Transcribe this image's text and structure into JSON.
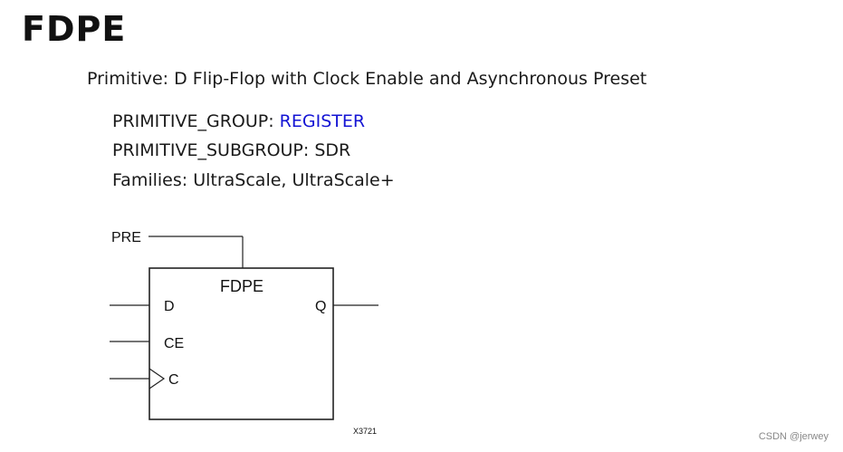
{
  "page": {
    "title": "FDPE",
    "subtitle": "Primitive: D Flip-Flop with Clock Enable and Asynchronous Preset"
  },
  "attributes": {
    "group_label": "PRIMITIVE_GROUP: ",
    "group_value": "REGISTER",
    "subgroup": "PRIMITIVE_SUBGROUP: SDR",
    "families": "Families: UltraScale, UltraScale+"
  },
  "symbol": {
    "name": "FDPE",
    "pins": {
      "pre": "PRE",
      "d": "D",
      "ce": "CE",
      "c": "C",
      "q": "Q"
    },
    "figure_id": "X3721"
  },
  "watermark": "CSDN @jerwey",
  "colors": {
    "link": "#1414d4",
    "text": "#1a1a1a"
  }
}
